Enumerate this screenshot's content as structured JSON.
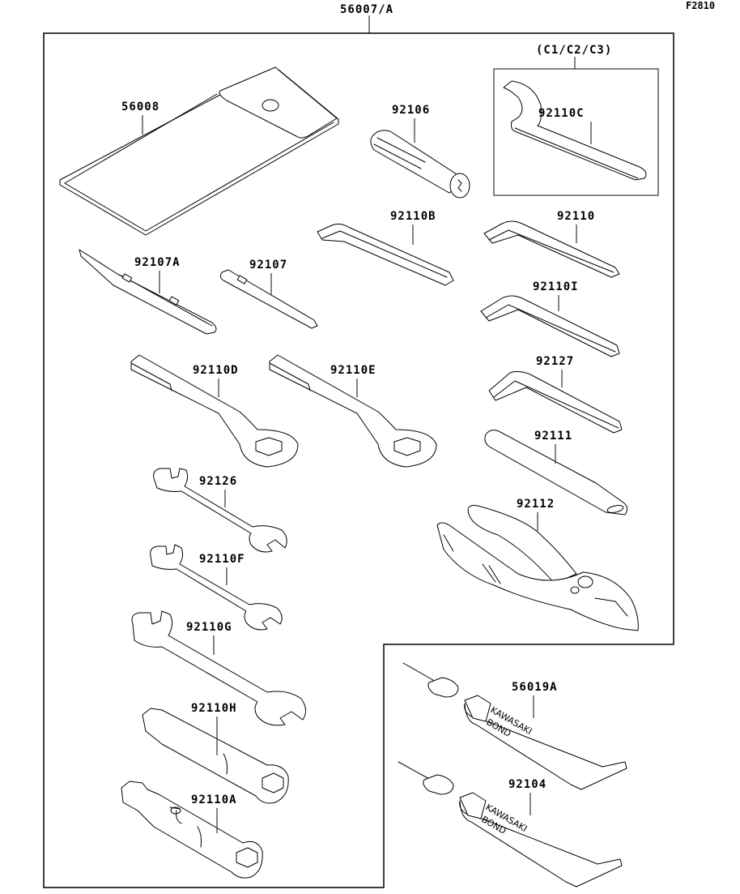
{
  "diagram": {
    "figure_code": "F2810",
    "assembly_label": "56007/A",
    "subgroup_label": "(C1/C2/C3)",
    "brand_text_line1": "KAWASAKI",
    "brand_text_line2": "BOND",
    "parts": [
      {
        "id": "56008",
        "label": "56008",
        "description": "tool-bag"
      },
      {
        "id": "92106",
        "label": "92106",
        "description": "screwdriver-grip"
      },
      {
        "id": "92110C",
        "label": "92110C",
        "description": "hook-spanner"
      },
      {
        "id": "92110B",
        "label": "92110B",
        "description": "hex-key"
      },
      {
        "id": "92110",
        "label": "92110",
        "description": "hex-key"
      },
      {
        "id": "92107A",
        "label": "92107A",
        "description": "screwdriver-bit-double"
      },
      {
        "id": "92107",
        "label": "92107",
        "description": "screwdriver-bit"
      },
      {
        "id": "92110I",
        "label": "92110I",
        "description": "hex-key"
      },
      {
        "id": "92110D",
        "label": "92110D",
        "description": "ring-wrench"
      },
      {
        "id": "92110E",
        "label": "92110E",
        "description": "ring-wrench"
      },
      {
        "id": "92127",
        "label": "92127",
        "description": "hex-key"
      },
      {
        "id": "92111",
        "label": "92111",
        "description": "extension-bar"
      },
      {
        "id": "92126",
        "label": "92126",
        "description": "open-end-wrench"
      },
      {
        "id": "92112",
        "label": "92112",
        "description": "pliers"
      },
      {
        "id": "92110F",
        "label": "92110F",
        "description": "open-end-wrench"
      },
      {
        "id": "92110G",
        "label": "92110G",
        "description": "open-end-wrench"
      },
      {
        "id": "56019A",
        "label": "56019A",
        "description": "bond-tube"
      },
      {
        "id": "92110H",
        "label": "92110H",
        "description": "box-wrench"
      },
      {
        "id": "92104",
        "label": "92104",
        "description": "bond-tube"
      },
      {
        "id": "92110A",
        "label": "92110A",
        "description": "spark-plug-wrench"
      }
    ]
  }
}
